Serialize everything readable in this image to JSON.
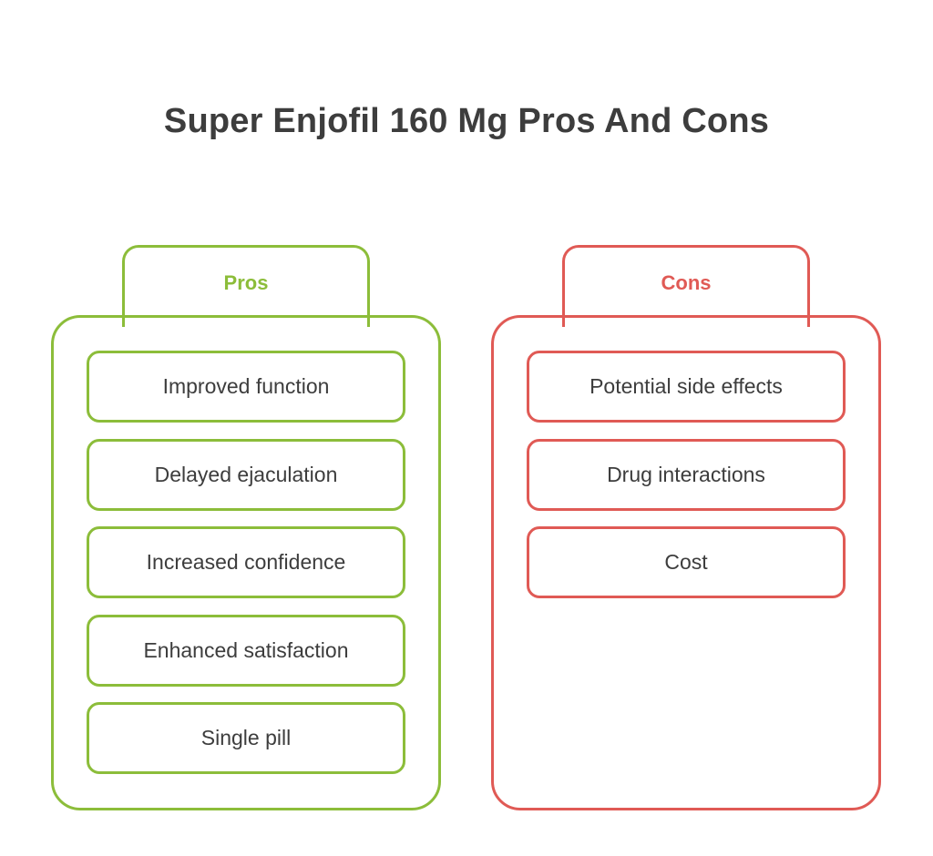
{
  "title": "Super Enjofil 160 Mg Pros And Cons",
  "colors": {
    "pros": "#8cbd3a",
    "cons": "#e05a55",
    "text": "#3d3d3d"
  },
  "pros": {
    "label": "Pros",
    "items": [
      "Improved function",
      "Delayed ejaculation",
      "Increased confidence",
      "Enhanced satisfaction",
      "Single pill"
    ]
  },
  "cons": {
    "label": "Cons",
    "items": [
      "Potential side effects",
      "Drug interactions",
      "Cost"
    ]
  }
}
